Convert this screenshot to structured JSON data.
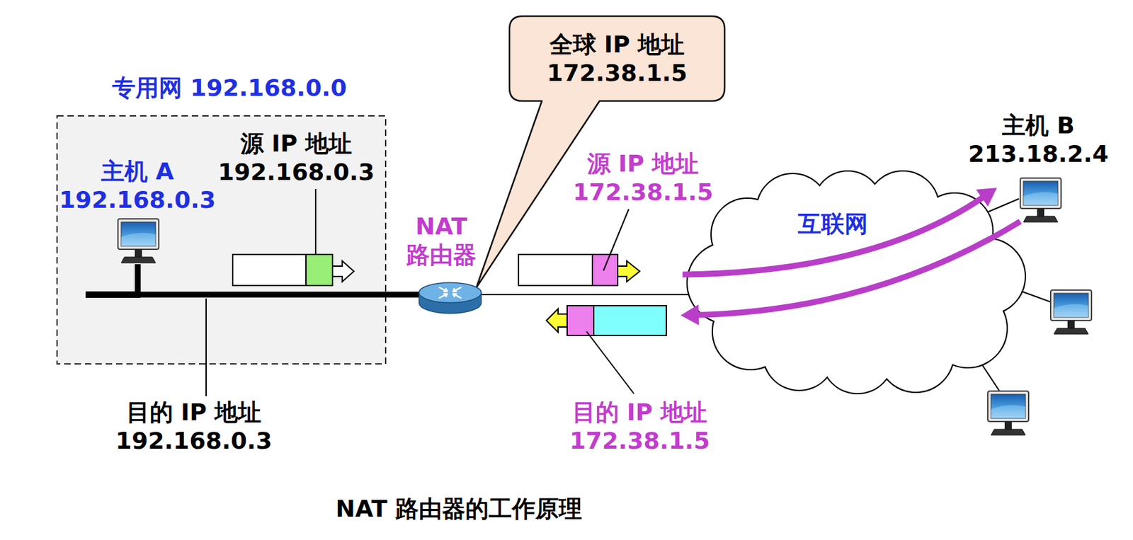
{
  "diagram": {
    "caption": "NAT 路由器的工作原理",
    "nodes": [
      {
        "text": [
          "专用网 192.168.0.0"
        ]
      },
      {
        "text": [
          "主机 A 192.168.0.3"
        ],
        "in": 0
      },
      {
        "text": [
          "NAT 路由器"
        ]
      },
      {
        "text": [
          "全球 IP 地址 172.38.1.5"
        ]
      },
      {
        "text": [
          "互联网"
        ]
      },
      {
        "text": [
          "主机 B 213.18.2.4"
        ]
      }
    ],
    "edges": [
      {
        "from": 1,
        "to": 2,
        "arrow": "none"
      },
      {
        "from": 2,
        "to": 4,
        "arrow": "none"
      },
      {
        "from": 4,
        "to": 5,
        "arrow": "to"
      },
      {
        "from": 5,
        "to": 4,
        "arrow": "to"
      },
      {
        "from": 4,
        "to": 5,
        "arrow": "none"
      }
    ],
    "labels": [
      "源 IP 地址 192.168.0.3",
      "目的 IP 地址 192.168.0.3",
      "源 IP 地址 172.38.1.5",
      "目的 IP 地址 172.38.1.5"
    ]
  }
}
